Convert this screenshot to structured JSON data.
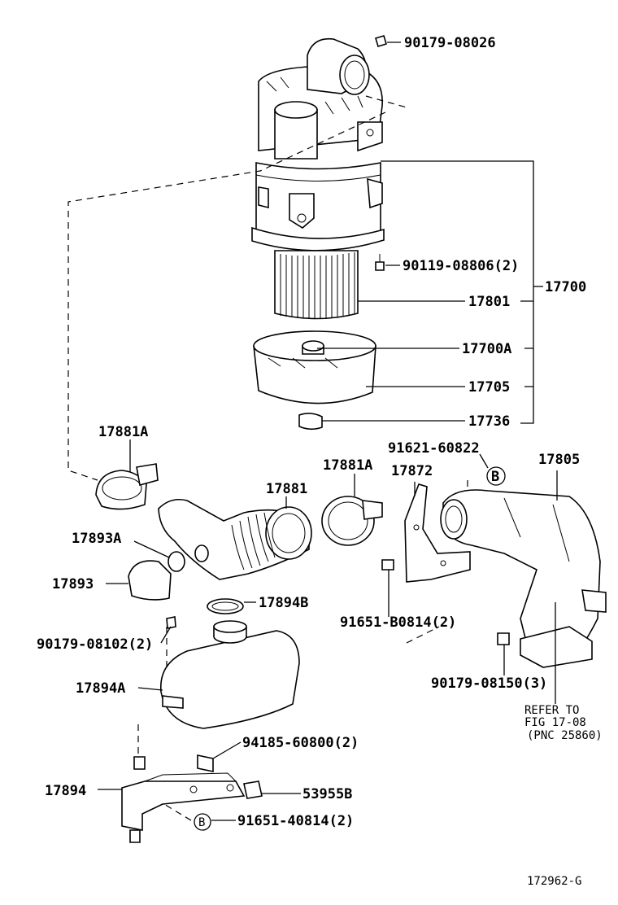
{
  "parts": {
    "p90179_08026": "90179-08026",
    "p90119_08806": "90119-08806(2)",
    "p17700": "17700",
    "p17801": "17801",
    "p17700A": "17700A",
    "p17705": "17705",
    "p17736": "17736",
    "p17881A_left": "17881A",
    "p17881": "17881",
    "p17881A_right": "17881A",
    "p17872": "17872",
    "p91621_60822": "91621-60822",
    "p17805": "17805",
    "p17893A": "17893A",
    "p17893": "17893",
    "p17894B": "17894B",
    "p91651_B0814": "91651-B0814(2)",
    "p90179_08102": "90179-08102(2)",
    "p17894A": "17894A",
    "p90179_08150": "90179-08150(3)",
    "p94185_60800": "94185-60800(2)",
    "p17894": "17894",
    "p53955B": "53955B",
    "p91651_40814": "91651-40814(2)"
  },
  "refer": {
    "line1": "REFER TO",
    "line2": "FIG 17-08",
    "line3": "(PNC 25860)"
  },
  "markers": {
    "b_top": "B",
    "b_bottom": "B"
  },
  "figure_id": "172962-G"
}
